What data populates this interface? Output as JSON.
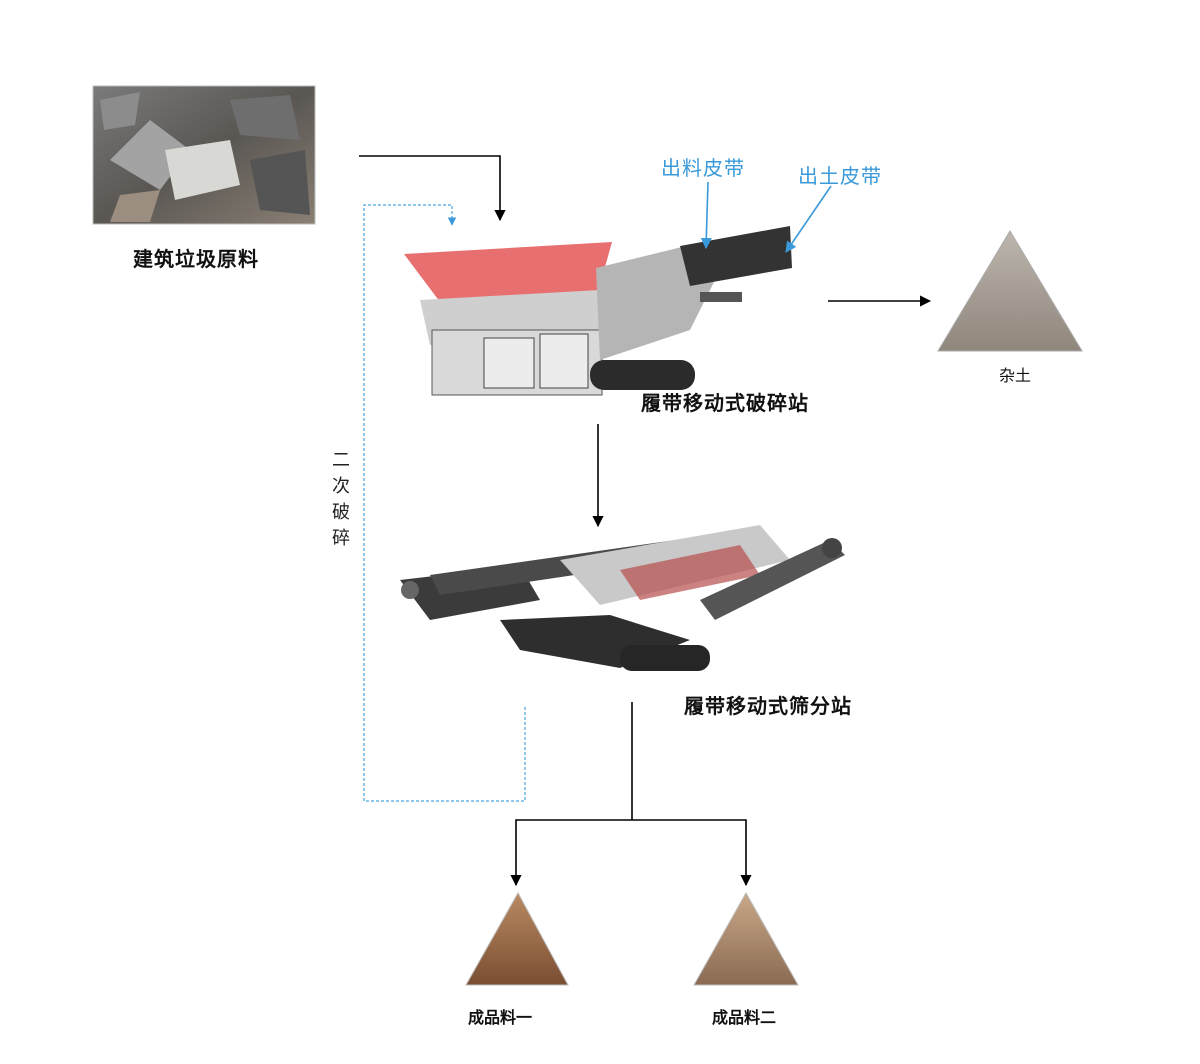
{
  "nodes": {
    "raw_material": "建筑垃圾原料",
    "crusher": "履带移动式破碎站",
    "screener": "履带移动式筛分站",
    "soil": "杂土",
    "product_one": "成品料一",
    "product_two": "成品料二"
  },
  "callouts": {
    "discharge_belt": "出料皮带",
    "soil_belt": "出土皮带"
  },
  "loop": {
    "chars": [
      "二",
      "次",
      "破",
      "碎"
    ]
  },
  "colors": {
    "arrow": "#000000",
    "callout": "#3a9ad9",
    "loop_line": "#4aa3e0",
    "crusher_hopper": "#e86f6f",
    "machine_body": "#444444"
  }
}
